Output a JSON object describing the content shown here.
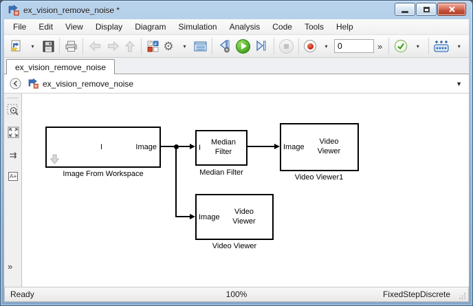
{
  "window": {
    "title": "ex_vision_remove_noise *"
  },
  "menu": {
    "items": [
      "File",
      "Edit",
      "View",
      "Display",
      "Diagram",
      "Simulation",
      "Analysis",
      "Code",
      "Tools",
      "Help"
    ]
  },
  "toolbar": {
    "stop_time": "0",
    "overflow": "»",
    "caret": "▾"
  },
  "tabs": {
    "active": "ex_vision_remove_noise"
  },
  "explorer_bar": {
    "model": "ex_vision_remove_noise",
    "dropdown_glyph": "▼"
  },
  "palette": {
    "route_glyph": "⇉",
    "annotation_glyph": "A≡",
    "overflow": "»"
  },
  "blocks": {
    "ifw": {
      "content": "I",
      "port_out": "Image",
      "label": "Image From Workspace"
    },
    "median": {
      "port_in": "I",
      "content": "Median Filter",
      "label": "Median Filter"
    },
    "vv1": {
      "port_in": "Image",
      "content": "Video Viewer",
      "label": "Video Viewer1"
    },
    "vv": {
      "port_in": "Image",
      "content": "Video Viewer",
      "label": "Video Viewer"
    }
  },
  "connections": [
    {
      "from": "Image From Workspace/Image",
      "to": "Median Filter/I"
    },
    {
      "from": "Image From Workspace/Image",
      "to": "Video Viewer/Image"
    },
    {
      "from": "Median Filter",
      "to": "Video Viewer1/Image"
    }
  ],
  "statusbar": {
    "status": "Ready",
    "zoom": "100%",
    "solver": "FixedStepDiscrete"
  },
  "colors": {
    "frame_blue": "#a3c0dd",
    "run_green": "#3f9c1e",
    "record_red": "#c42314",
    "close_red": "#c4523a",
    "simulink_blue": "#3a6fb8",
    "block_border": "#000000"
  }
}
